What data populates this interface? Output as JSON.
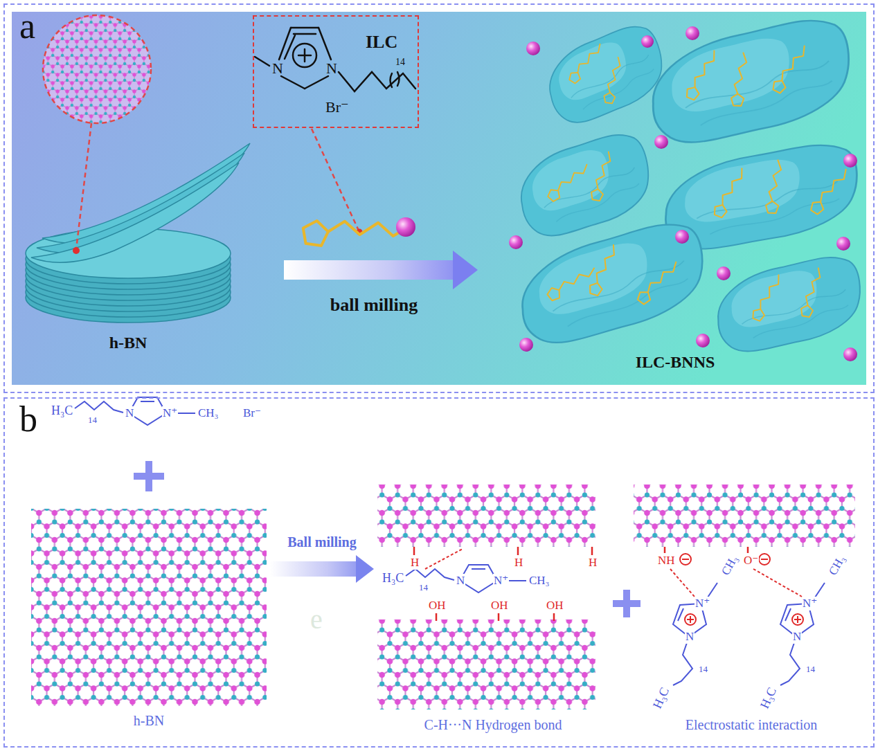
{
  "diagram": {
    "nodes": [
      {
        "text": [
          "a"
        ]
      },
      {
        "text": [
          "h-BN"
        ],
        "in": 0
      },
      {
        "text": [
          "ILC",
          "N",
          "N",
          "Br⁻",
          "14"
        ],
        "in": 0
      },
      {
        "text": [
          "ILC-BNNS"
        ],
        "in": 0
      },
      {
        "text": [
          "b"
        ]
      },
      {
        "text": [
          "h-BN"
        ],
        "in": 4
      },
      {
        "text": [
          "C-H···N Hydrogen bond"
        ],
        "in": 4
      },
      {
        "text": [
          "Electrostatic interaction"
        ],
        "in": 4
      }
    ],
    "edges": [
      {
        "from": 1,
        "to": 3,
        "arrow": "to",
        "label": "ball milling"
      },
      {
        "from": 5,
        "to": 6,
        "arrow": "to",
        "label": "Ball milling"
      }
    ],
    "labels": [
      "H₃C",
      "14",
      "N",
      "N⁺",
      "CH₃",
      "Br⁻",
      "H",
      "H",
      "H",
      "H₃C",
      "14",
      "N",
      "N⁺",
      "CH₃",
      "OH",
      "OH",
      "OH",
      "NH",
      "O⁻",
      "N⁺",
      "CH₃",
      "N",
      "H₃C",
      "14",
      "N⁺",
      "CH₃",
      "N",
      "H₃C",
      "14",
      "e"
    ]
  }
}
